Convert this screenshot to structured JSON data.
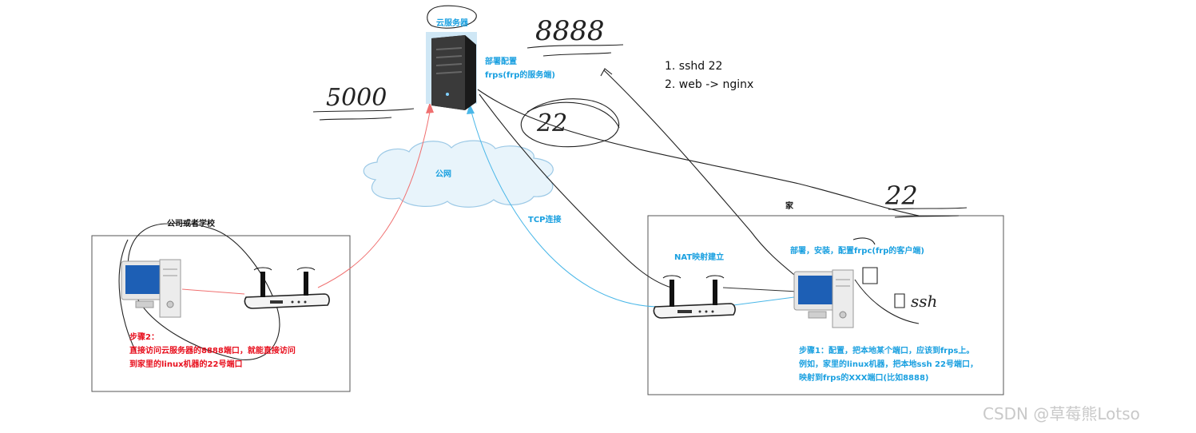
{
  "labels": {
    "cloud_server": "云服务器",
    "deploy_frps_line1": "部署配置",
    "deploy_frps_line2": "frps(frp的服务端)",
    "public_net": "公网",
    "tcp_conn": "TCP连接",
    "home": "家",
    "company": "公司或者学校",
    "nat": "NAT映射建立",
    "deploy_frpc": "部署，安装，配置frpc(frp的客户端)",
    "step2_title": "步骤2：",
    "step2_line1": "直接访问云服务器的8888端口，就能直接访问",
    "step2_line2": "到家里的linux机器的22号端口",
    "step1_line1": "步骤1：配置，把本地某个端口，应该到frps上。",
    "step1_line2": "例如，家里的linux机器，把本地ssh 22号端口，",
    "step1_line3": "映射到frps的XXX端口(比如8888)",
    "note1": "1. sshd 22",
    "note2": "2. web -> nginx",
    "watermark": "CSDN @草莓熊Lotso"
  },
  "handwriting": {
    "port_8888": "8888",
    "port_5000": "5000",
    "port_22": "22",
    "ssh": "ssh"
  },
  "colors": {
    "blue": "#1aa0e0",
    "red": "#e8101e",
    "box_border": "#555555",
    "cloud_fill": "#e8f4fb",
    "cloud_stroke": "#9cc9e6",
    "server_body": "#2a2a2a",
    "server_bg": "#cfe7f5"
  },
  "icons": {
    "server": "server-tower-icon",
    "cloud": "cloud-icon",
    "router": "wifi-router-icon",
    "computer": "desktop-computer-icon"
  }
}
